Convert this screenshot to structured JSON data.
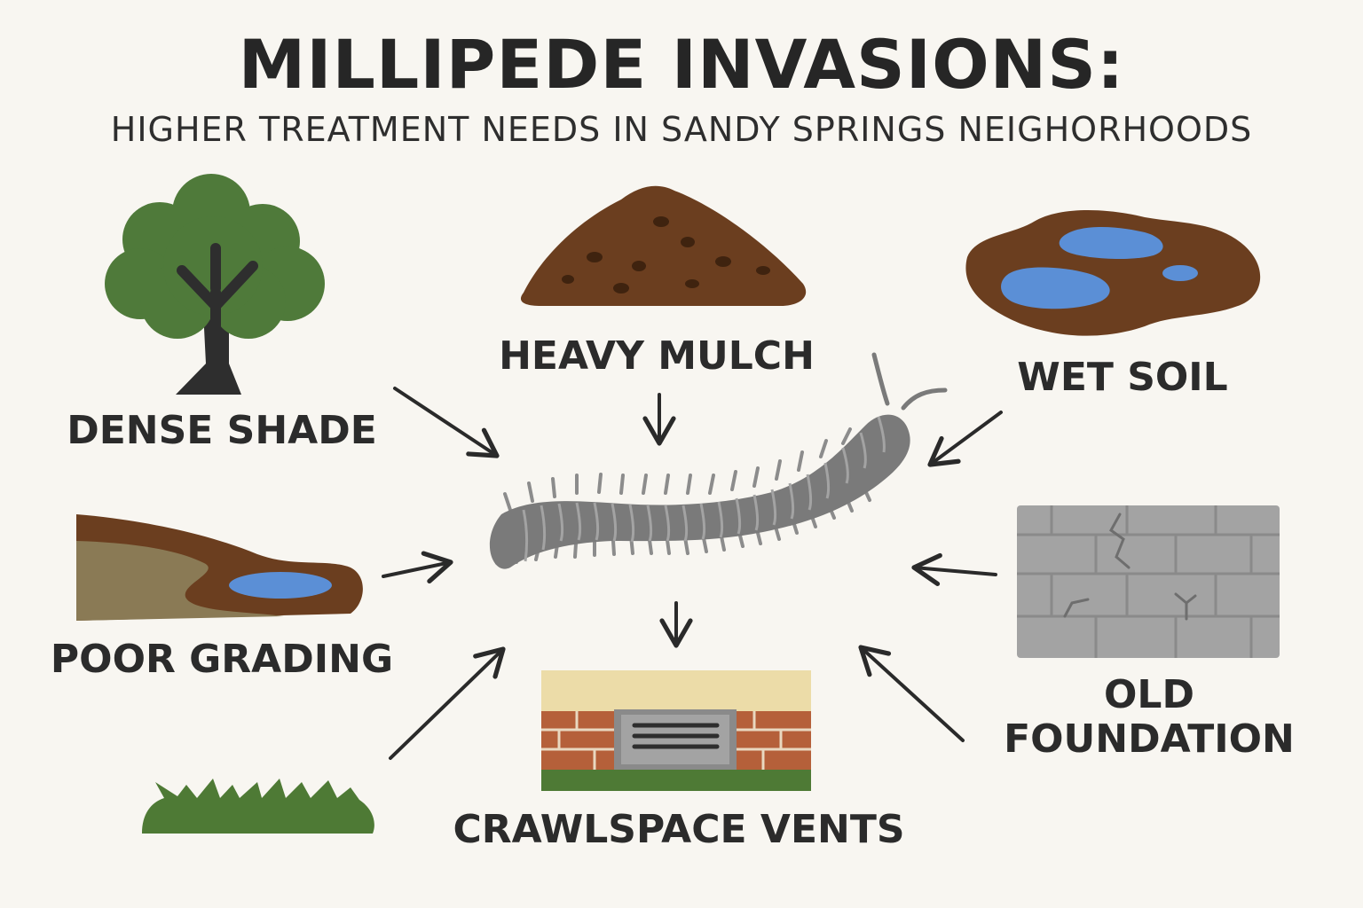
{
  "title": "MILLIPEDE INVASIONS:",
  "subtitle": "HIGHER TREATMENT NEEDS IN SANDY SPRINGS NEIGHORHOODS",
  "factors": {
    "dense_shade": "DENSE SHADE",
    "heavy_mulch": "HEAVY MULCH",
    "wet_soil": "WET SOIL",
    "poor_grading": "POOR GRADING",
    "old_foundation_line1": "OLD",
    "old_foundation_line2": "FOUNDATION",
    "crawlspace_vents": "CRAWLSPACE VENTS"
  },
  "icons": [
    "tree-icon",
    "mulch-pile-icon",
    "wet-soil-icon",
    "sloped-ground-icon",
    "millipede-icon",
    "cracked-wall-icon",
    "crawlspace-vent-icon",
    "grass-icon"
  ],
  "colors": {
    "background": "#f8f6f1",
    "tree_green": "#4f7a3a",
    "soil_brown": "#6b3e1f",
    "water_blue": "#5b8fd6",
    "millipede_gray": "#7a7a7a",
    "brick": "#b5603a",
    "grass": "#4e7a35"
  }
}
